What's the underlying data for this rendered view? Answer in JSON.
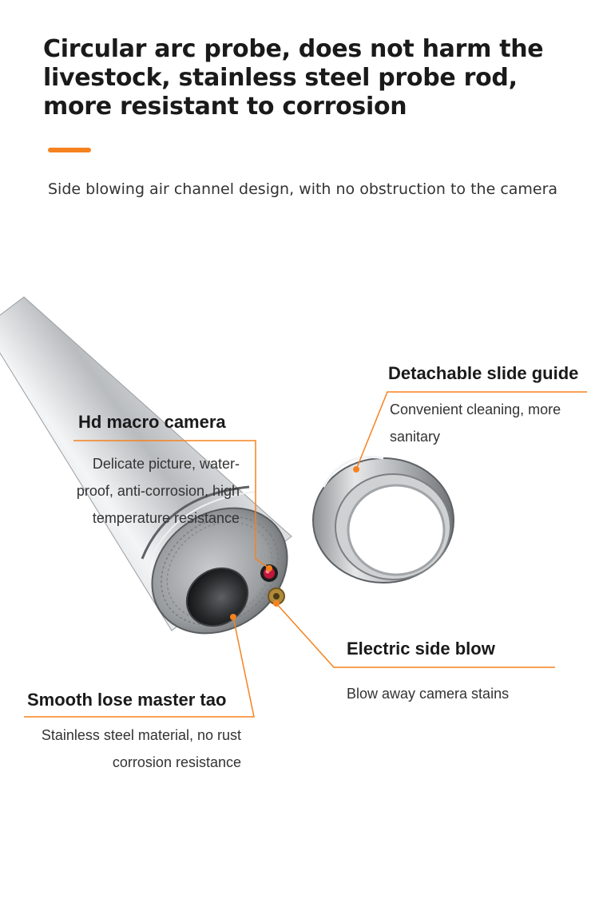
{
  "header": {
    "title": "Circular arc probe, does not harm the livestock, stainless steel probe rod, more resistant to corrosion",
    "subtitle": "Side blowing air channel design, with no obstruction to the camera"
  },
  "callouts": {
    "camera": {
      "title": "Hd macro camera",
      "desc": "Delicate picture, water-proof, anti-corrosion, high temperature resistance"
    },
    "slide_guide": {
      "title": "Detachable slide guide",
      "desc": "Convenient cleaning, more sanitary"
    },
    "side_blow": {
      "title": "Electric side blow",
      "desc": "Blow away camera stains"
    },
    "master_tao": {
      "title": "Smooth lose master tao",
      "desc": "Stainless steel material, no rust corrosion resistance"
    }
  },
  "colors": {
    "accent": "#f5821f",
    "text": "#1a1a1a"
  }
}
